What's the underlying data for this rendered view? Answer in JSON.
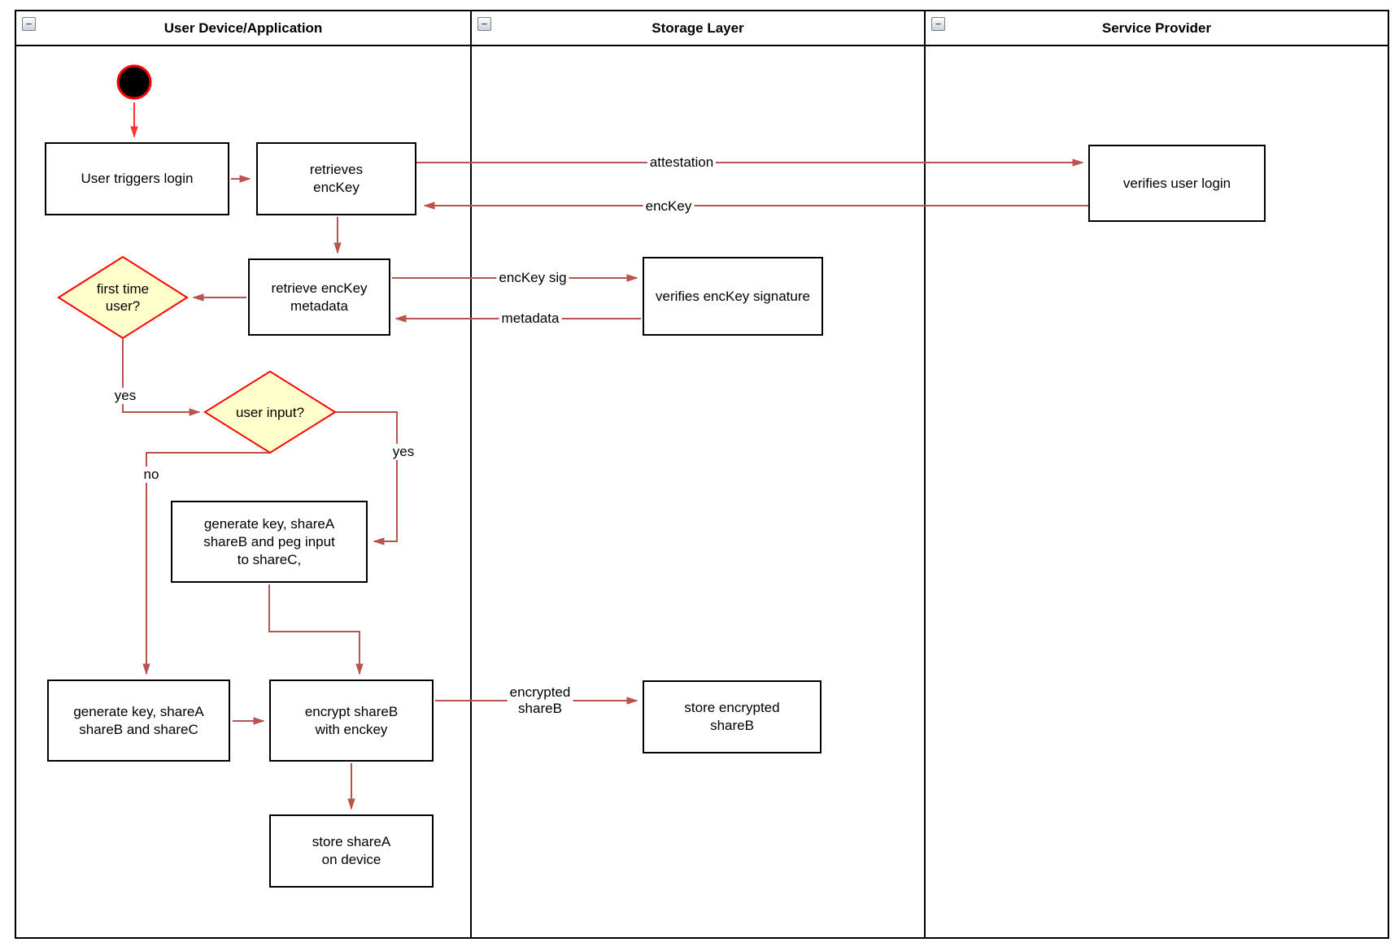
{
  "pool": {
    "collapse_icon": "−",
    "lanes": [
      {
        "title": "User Device/Application"
      },
      {
        "title": "Storage Layer"
      },
      {
        "title": "Service Provider"
      }
    ]
  },
  "nodes": {
    "user_triggers_login": {
      "lines": [
        "User triggers login"
      ]
    },
    "retrieves_enckey": {
      "lines": [
        "retrieves",
        "encKey"
      ]
    },
    "retrieve_metadata": {
      "lines": [
        "retrieve encKey",
        "metadata"
      ]
    },
    "first_time_user": {
      "lines": [
        "first time",
        "user?"
      ]
    },
    "user_input": {
      "lines": [
        "user input?"
      ]
    },
    "generate_peg": {
      "lines": [
        "generate key, shareA",
        "shareB and peg input",
        "to shareC,"
      ]
    },
    "generate_sharec": {
      "lines": [
        "generate key, shareA",
        "shareB and shareC"
      ]
    },
    "encrypt_shareb": {
      "lines": [
        "encrypt shareB",
        "with enckey"
      ]
    },
    "store_sharea": {
      "lines": [
        "store shareA",
        "on device"
      ]
    },
    "verifies_signature": {
      "lines": [
        "verifies encKey signature"
      ]
    },
    "store_encrypted": {
      "lines": [
        "store encrypted",
        "shareB"
      ]
    },
    "verifies_login": {
      "lines": [
        "verifies user login"
      ]
    }
  },
  "labels": {
    "attestation": "attestation",
    "enckey": "encKey",
    "enckey_sig": "encKey sig",
    "metadata": "metadata",
    "yes_first": "yes",
    "yes_second": "yes",
    "no_label": "no",
    "encrypted_line1": "encrypted",
    "encrypted_line2": "shareB"
  },
  "colors": {
    "arrow": "#B85450",
    "start_arrow": "#FF3333",
    "start_fill": "#000000",
    "start_ring": "#FF0000",
    "node_border": "#000000",
    "node_fill": "#FFFFFF",
    "decision_fill": "#FFFFCC",
    "decision_border": "#FF0000",
    "lane_border": "#000000"
  }
}
